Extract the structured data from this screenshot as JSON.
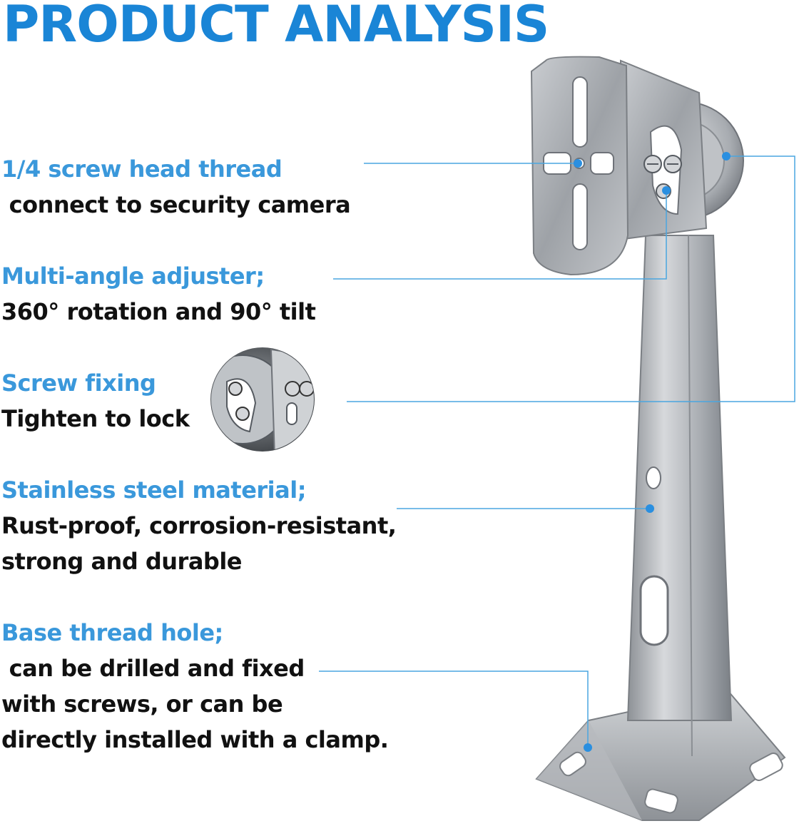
{
  "title": "PRODUCT ANALYSIS",
  "features": [
    {
      "heading": "1/4 screw head thread",
      "lines": [
        " connect to security camera"
      ]
    },
    {
      "heading": "Multi-angle adjuster;",
      "lines": [
        "360° rotation and 90° tilt"
      ]
    },
    {
      "heading": "Screw fixing",
      "lines": [
        "Tighten to lock"
      ]
    },
    {
      "heading": "Stainless steel material;",
      "lines": [
        "Rust-proof, corrosion-resistant,",
        "strong and durable"
      ]
    },
    {
      "heading": "Base thread hole;",
      "lines": [
        " can be drilled and fixed",
        "with screws, or can be",
        "directly installed with a clamp."
      ]
    }
  ],
  "colors": {
    "heading": "#3a98db",
    "title": "#1a85d6",
    "body_text": "#111111",
    "leader_line": "#4aa6e0",
    "steel": "#b9bcc0"
  },
  "icons": [
    "camera-bracket-illustration",
    "screw-closeup-icon"
  ]
}
